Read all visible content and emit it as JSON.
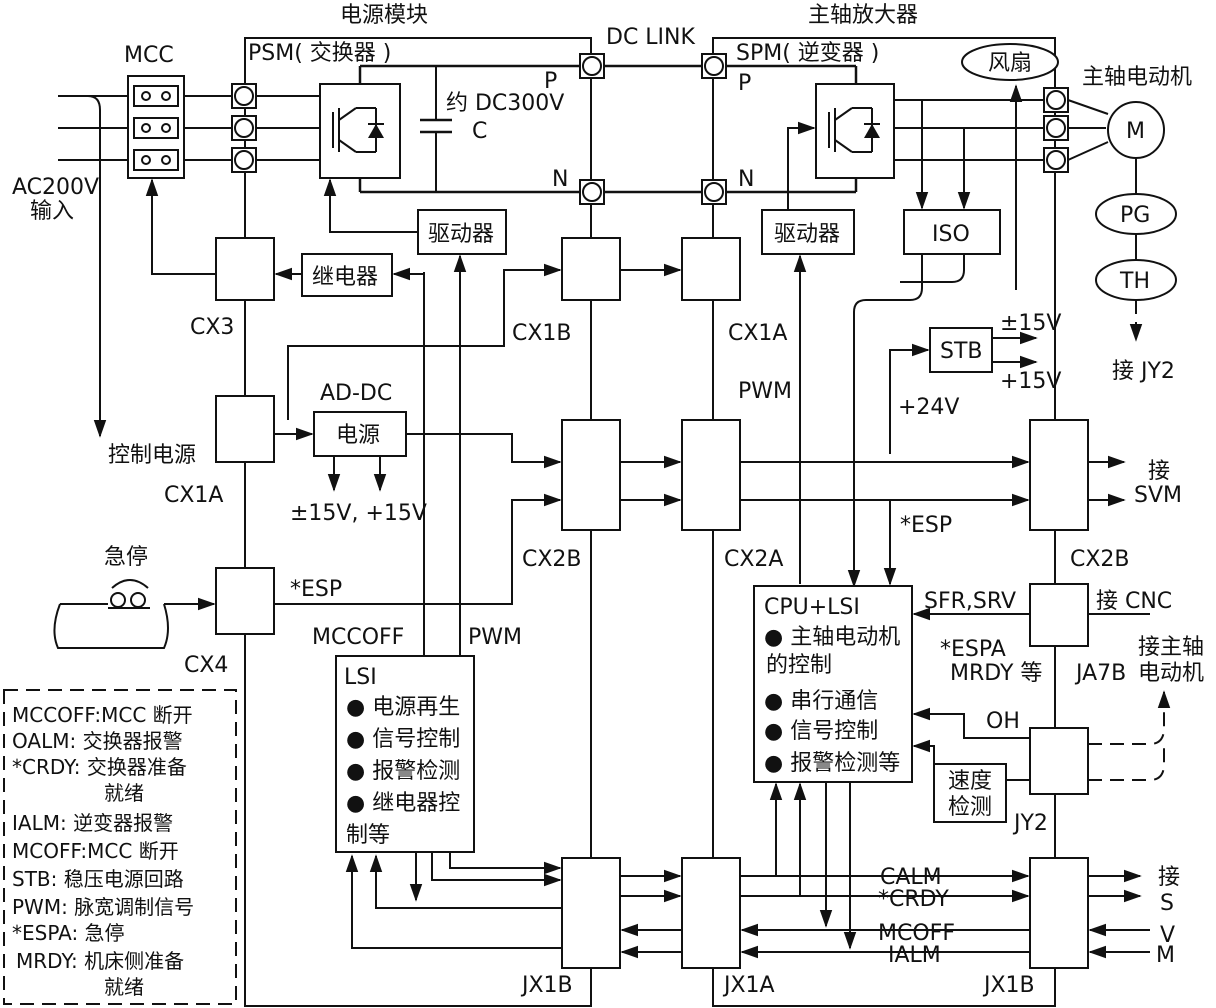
{
  "titles": {
    "power_module": "电源模块",
    "dc_link": "DC LINK",
    "spindle_amp": "主轴放大器"
  },
  "labels": {
    "mcc": "MCC",
    "psm": "PSM( 交换器 )",
    "spm": "SPM( 逆变器 )",
    "fan": "风扇",
    "motor_title": "主轴电动机",
    "motor": "M",
    "pg": "PG",
    "th": "TH",
    "to_jy2": "接 JY2",
    "p_left": "P",
    "n_left": "N",
    "p_right": "P",
    "n_right": "N",
    "dc_voltage": "约 DC300V",
    "capacitor": "C",
    "ac_input_1": "AC200V",
    "ac_input_2": "输入",
    "driver_left": "驱动器",
    "driver_right": "驱动器",
    "iso": "ISO",
    "relay": "继电器",
    "cx3": "CX3",
    "cx1b": "CX1B",
    "cx1a_right": "CX1A",
    "stb": "STB",
    "pm15v": "±15V",
    "p15v": "+15V",
    "ad_dc": "AD-DC",
    "power_supply": "电源",
    "control_power": "控制电源",
    "cx1a_left": "CX1A",
    "pwm_upper": "PWM",
    "p24v": "+24V",
    "supply_out": "±15V, +15V",
    "to_svm_1": "接",
    "to_svm_2": "SVM",
    "esp_upper": "*ESP",
    "estop": "急停",
    "esp_lower": "*ESP",
    "cx2b_left": "CX2B",
    "cx2a": "CX2A",
    "cx2b_right": "CX2B",
    "cx4": "CX4",
    "mccoff": "MCCOFF",
    "pwm_lower": "PWM",
    "sfr_srv": "SFR,SRV",
    "to_cnc": "接 CNC",
    "espa_1": "*ESPA",
    "espa_2": "MRDY 等",
    "ja7b": "JA7B",
    "to_motor_1": "接主轴",
    "to_motor_2": "电动机",
    "oh": "OH",
    "speed_1": "速度",
    "speed_2": "检测",
    "jy2": "JY2",
    "calm": "CALM",
    "crdy": "*CRDY",
    "mcoff": "MCOFF",
    "ialm": "IALM",
    "jx1b_left": "JX1B",
    "jx1a": "JX1A",
    "jx1b_right": "JX1B",
    "to_svm_bottom": [
      "接",
      "S",
      "V",
      "M"
    ]
  },
  "lsi": {
    "title": "LSI",
    "items": [
      "● 电源再生",
      "● 信号控制",
      "● 报警检测",
      "● 继电器控"
    ],
    "tail": "制等"
  },
  "cpu": {
    "title": "CPU+LSI",
    "items": [
      "● 主轴电动机",
      "的控制",
      "● 串行通信",
      "● 信号控制",
      "● 报警检测等"
    ]
  },
  "legend": [
    "MCCOFF:MCC 断开",
    "OALM: 交换器报警",
    "*CRDY: 交换器准备",
    "就绪",
    "IALM: 逆变器报警",
    "MCOFF:MCC 断开",
    "STB: 稳压电源回路",
    "PWM: 脉宽调制信号",
    "*ESPA: 急停",
    "MRDY: 机床侧准备",
    "就绪"
  ]
}
